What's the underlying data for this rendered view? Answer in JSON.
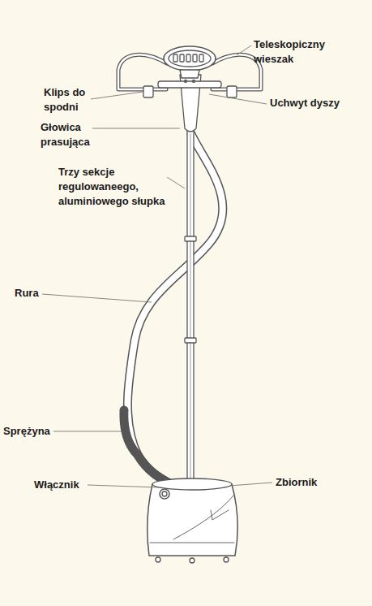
{
  "diagram": {
    "labels": [
      "Teleskopiczny wieszak",
      "Klips do spodni",
      "Uchwyt dyszy",
      "Głowica prasująca",
      "Trzy sekcje regulowaneego, aluminiowego słupka",
      "Rura",
      "Sprężyna",
      "Włącznik",
      "Zbiornik"
    ]
  }
}
